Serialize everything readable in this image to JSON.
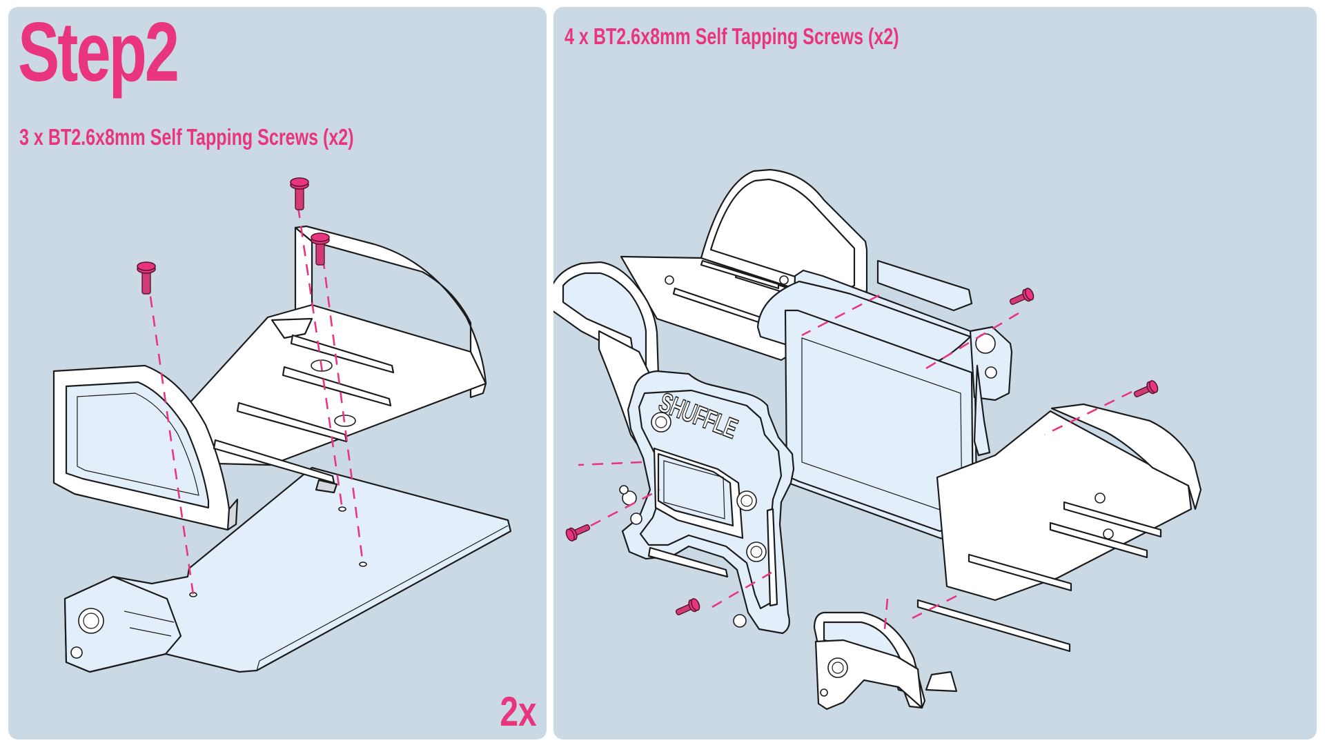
{
  "instruction": {
    "step_title": "Step2",
    "left_panel": {
      "screw_note": "3 x BT2.6x8mm Self Tapping Screws (x2)",
      "multiplier": "2x"
    },
    "right_panel": {
      "screw_note": "4 x BT2.6x8mm Self Tapping Screws (x2)",
      "frame_logo": "SHUFFLE"
    }
  },
  "colors": {
    "accent": "#e8357e",
    "panel_background": "#cbd9e4",
    "part_fill_white": "#ffffff",
    "part_fill_light_blue": "#e2eefa",
    "outline": "#1b1b1b"
  },
  "icons": {
    "screw": "hex-socket-screw-icon"
  }
}
